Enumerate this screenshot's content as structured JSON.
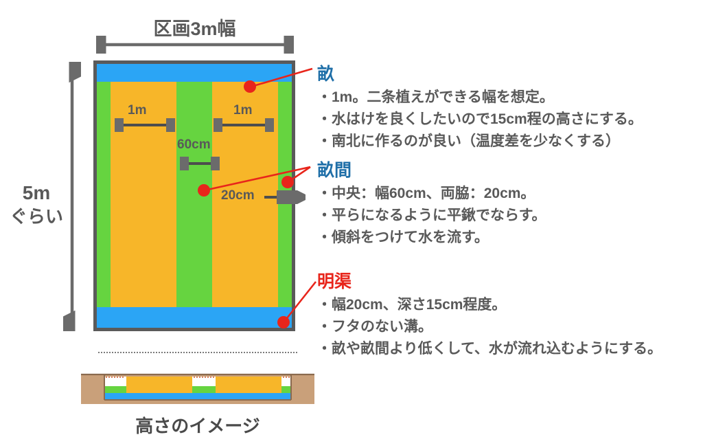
{
  "diagram": {
    "plot_title": "区画3m幅",
    "height_label_line1": "5m",
    "height_label_line2": "ぐらい",
    "cross_section_caption": "高さのイメージ",
    "dimensions": {
      "ridge_left": "1m",
      "ridge_right": "1m",
      "center_furrow": "60cm",
      "side_furrow": "20cm"
    },
    "colors": {
      "ridge_orange": "#f7b629",
      "furrow_green": "#66d440",
      "ditch_blue": "#2ba5f5",
      "soil_brown": "#c9a07a",
      "border_gray": "#5a5a5a",
      "annotation_red": "#e8251b",
      "heading_blue": "#1f6fa8",
      "body_gray": "#595959"
    }
  },
  "blocks": [
    {
      "id": "une",
      "heading": "畝",
      "heading_color": "#1f6fa8",
      "lines": [
        "・1m。二条植えができる幅を想定。",
        "・水はけを良くしたいので15cm程の高さにする。",
        "・南北に作るのが良い（温度差を少なくする）"
      ]
    },
    {
      "id": "unema",
      "heading": "畝間",
      "heading_color": "#1f6fa8",
      "lines": [
        "・中央：幅60cm、両脇：20cm。",
        "・平らになるように平鍬でならす。",
        "・傾斜をつけて水を流す。"
      ]
    },
    {
      "id": "meikyo",
      "heading": "明渠",
      "heading_color": "#e8251b",
      "lines": [
        "・幅20cm、深さ15cm程度。",
        "・フタのない溝。",
        "・畝や畝間より低くして、水が流れ込むようにする。"
      ]
    }
  ]
}
